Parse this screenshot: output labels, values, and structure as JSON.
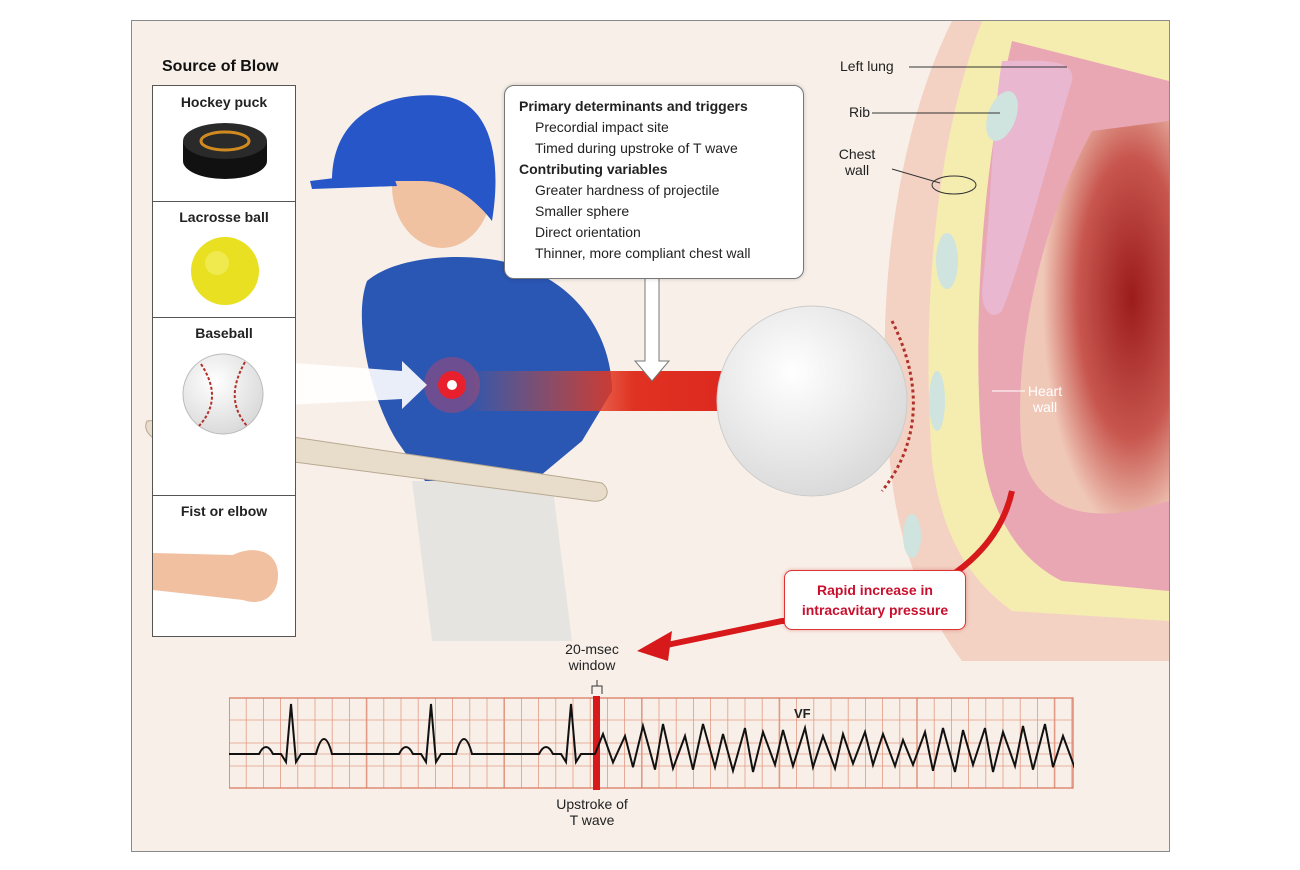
{
  "source_panel": {
    "title": "Source of Blow",
    "items": [
      {
        "label": "Hockey puck",
        "icon": "hockey-puck-icon"
      },
      {
        "label": "Lacrosse ball",
        "icon": "lacrosse-ball-icon"
      },
      {
        "label": "Baseball",
        "icon": "baseball-icon"
      },
      {
        "label": "Fist or elbow",
        "icon": "fist-icon"
      }
    ]
  },
  "infobox": {
    "primary_heading": "Primary determinants and triggers",
    "primary_items": [
      "Precordial impact site",
      "Timed during upstroke of T wave"
    ],
    "contributing_heading": "Contributing variables",
    "contributing_items": [
      "Greater hardness of projectile",
      "Smaller sphere",
      "Direct orientation",
      "Thinner, more compliant chest wall"
    ]
  },
  "anatomy_labels": {
    "left_lung": "Left lung",
    "rib": "Rib",
    "chest_wall_1": "Chest",
    "chest_wall_2": "wall",
    "heart_wall_1": "Heart",
    "heart_wall_2": "wall"
  },
  "pressure_box": {
    "line1": "Rapid increase in",
    "line2": "intracavitary pressure"
  },
  "ecg": {
    "window_label_1": "20-msec",
    "window_label_2": "window",
    "vf_label": "VF",
    "upstroke_label_1": "Upstroke of",
    "upstroke_label_2": "T wave"
  },
  "colors": {
    "accent_red": "#d7191c",
    "grid": "#d9735a",
    "background": "#f8f0e8"
  }
}
